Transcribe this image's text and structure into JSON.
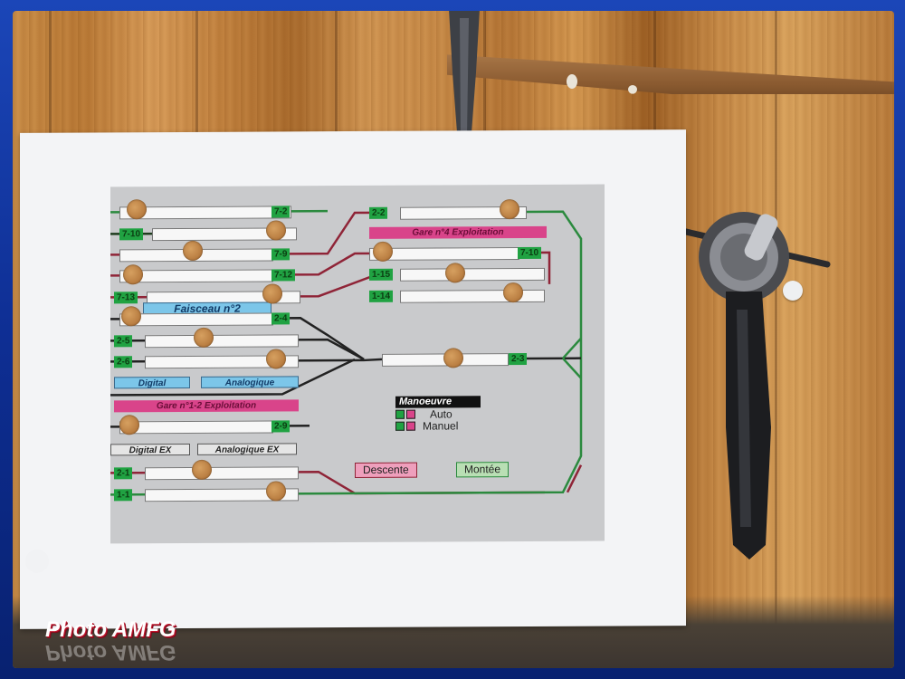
{
  "image": {
    "watermark": "Photo AMFG"
  },
  "panel": {
    "faisceau_title": "Faisceau n°2",
    "gare_exploitation_a": "Gare n°4 Exploitation",
    "gare_exploitation_b": "Gare n°1-2 Exploitation",
    "digital": "Digital",
    "analogique": "Analogique",
    "digital_ex": "Digital EX",
    "analogique_ex": "Analogique EX",
    "manoeuvre": "Manoeuvre",
    "auto": "Auto",
    "manuel": "Manuel",
    "descente": "Descente",
    "montee": "Montée",
    "left_tracks": [
      {
        "label": "7-2"
      },
      {
        "label": "7-10"
      },
      {
        "label": "7-9"
      },
      {
        "label": "7-12"
      },
      {
        "label": "7-13"
      },
      {
        "label": "2-4"
      },
      {
        "label": "2-5"
      },
      {
        "label": "2-6"
      },
      {
        "label": "2-9"
      },
      {
        "label": "2-1"
      },
      {
        "label": "1-1"
      }
    ],
    "right_tracks": [
      {
        "label": "2-2"
      },
      {
        "label": "7-10"
      },
      {
        "label": "1-15"
      },
      {
        "label": "1-14"
      },
      {
        "label": "2-3"
      }
    ]
  },
  "colors": {
    "track_green": "#20a242",
    "banner_pink": "#d9448a",
    "banner_blue": "#7cc6e9",
    "rail_red": "#8f2437"
  }
}
